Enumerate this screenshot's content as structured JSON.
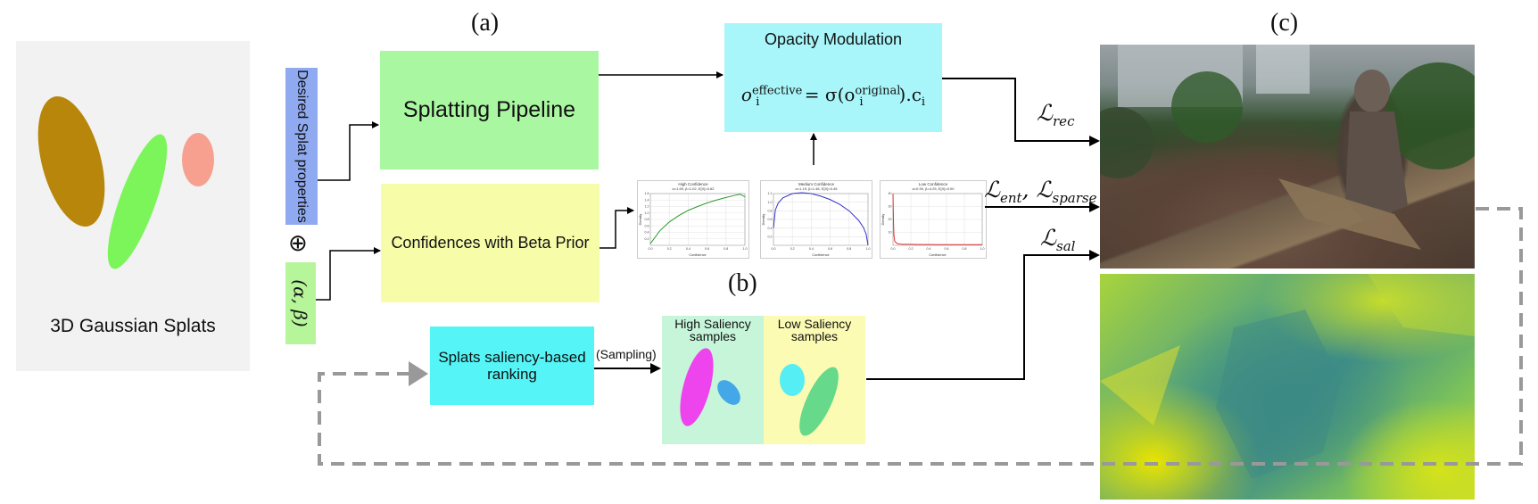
{
  "panel_labels": {
    "a": "(a)",
    "b": "(b)",
    "c": "(c)"
  },
  "splats_panel": {
    "caption": "3D Gaussian Splats"
  },
  "desired_props": {
    "label": "Desired Splat properties"
  },
  "oplus_symbol": "⊕",
  "alpha_beta": {
    "label": "(α, β)"
  },
  "splatting": {
    "label": "Splatting Pipeline"
  },
  "confidences": {
    "label": "Confidences with Beta Prior"
  },
  "opacity": {
    "title": "Opacity Modulation",
    "formula_lhs": "o",
    "formula_lhs_sub": "i",
    "formula_lhs_sup": "effective",
    "formula_mid": " = σ(o",
    "formula_mid_sub": "i",
    "formula_mid_sup": "original",
    "formula_rhs": ").c",
    "formula_rhs_sub": "i"
  },
  "mini_charts": [
    {
      "title": "High Confidence",
      "subtitle": "α=1.69, β=1.02, E[X]=0.62",
      "xlabel": "Confidence",
      "ylabel": "Density",
      "color": "#2e9a2e"
    },
    {
      "title": "Medium Confidence",
      "subtitle": "α=1.19, β=1.46, E[X]=0.45",
      "xlabel": "Confidence",
      "ylabel": "Density",
      "color": "#3333cc"
    },
    {
      "title": "Low Confidence",
      "subtitle": "α=0.90, β=4.25, E[X]=0.00",
      "xlabel": "Confidence",
      "ylabel": "Density",
      "color": "#dd3333"
    }
  ],
  "chart_data": [
    {
      "type": "line",
      "title": "High Confidence",
      "xlabel": "Confidence",
      "ylabel": "Density",
      "xlim": [
        0,
        1
      ],
      "ylim": [
        0,
        1.6
      ],
      "xticks": [
        "0.0",
        "0.2",
        "0.4",
        "0.6",
        "0.8",
        "1.0"
      ],
      "yticks": [
        "0.2",
        "0.4",
        "0.6",
        "0.8",
        "1.0",
        "1.2",
        "1.4",
        "1.6"
      ],
      "series": [
        {
          "x": [
            0.0,
            0.1,
            0.2,
            0.3,
            0.4,
            0.5,
            0.6,
            0.7,
            0.8,
            0.9,
            0.95,
            1.0
          ],
          "y": [
            0.05,
            0.45,
            0.72,
            0.92,
            1.08,
            1.2,
            1.31,
            1.4,
            1.48,
            1.55,
            1.58,
            1.5
          ]
        }
      ]
    },
    {
      "type": "line",
      "title": "Medium Confidence",
      "xlabel": "Confidence",
      "ylabel": "Density",
      "xlim": [
        0,
        1
      ],
      "ylim": [
        0,
        1.2
      ],
      "xticks": [
        "0.0",
        "0.2",
        "0.4",
        "0.6",
        "0.8",
        "1.0"
      ],
      "yticks": [
        "0.2",
        "0.4",
        "0.6",
        "0.8",
        "1.0",
        "1.2"
      ],
      "series": [
        {
          "x": [
            0.0,
            0.02,
            0.05,
            0.1,
            0.2,
            0.3,
            0.4,
            0.5,
            0.6,
            0.7,
            0.8,
            0.9,
            0.95,
            0.98,
            1.0
          ],
          "y": [
            0.4,
            0.82,
            0.98,
            1.1,
            1.2,
            1.22,
            1.2,
            1.14,
            1.06,
            0.95,
            0.8,
            0.58,
            0.42,
            0.26,
            0.0
          ]
        }
      ]
    },
    {
      "type": "line",
      "title": "Low Confidence",
      "xlabel": "Confidence",
      "ylabel": "Density",
      "xlim": [
        0,
        1
      ],
      "ylim": [
        0,
        40
      ],
      "xticks": [
        "0.0",
        "0.2",
        "0.4",
        "0.6",
        "0.8",
        "1.0"
      ],
      "yticks": [
        "10",
        "20",
        "30",
        "40"
      ],
      "series": [
        {
          "x": [
            0.0,
            0.005,
            0.01,
            0.02,
            0.05,
            0.1,
            0.3,
            0.6,
            1.0
          ],
          "y": [
            40,
            20,
            8,
            3,
            1.2,
            0.8,
            0.6,
            0.5,
            0.5
          ]
        }
      ]
    }
  ],
  "saliency_rank": {
    "label": "Splats saliency-based ranking"
  },
  "sampling": {
    "label": "(Sampling)"
  },
  "high_saliency": {
    "label": "High Saliency samples"
  },
  "low_saliency": {
    "label": "Low Saliency samples"
  },
  "losses": {
    "rec_main": "ℒ",
    "rec_sub": "rec",
    "ent_main": "ℒ",
    "ent_sub": "ent",
    "sparse_sep": ", ℒ",
    "sparse_sub": "sparse",
    "sal_main": "ℒ",
    "sal_sub": "sal"
  },
  "colors": {
    "splats_bg": "#f2f2f2",
    "desired_blue": "#8faaf0",
    "alpha_green": "#b6f59a",
    "splatting_green": "#aaf7a2",
    "confidence_yellow": "#f6fca8",
    "opacity_cyan": "#a8f6fa",
    "saliency_cyan": "#55f4f6",
    "high_sal_bg": "#c6f5da",
    "low_sal_bg": "#fbfbb4",
    "brown_ellipse": "#b8860b",
    "green_ellipse": "#7cf55a",
    "salmon_ellipse": "#f8a090",
    "magenta_ellipse": "#ee44ee",
    "blue_ellipse": "#44a8e8",
    "cyan_ellipse": "#55eef5",
    "mint_ellipse": "#66d98a",
    "dashed_gray": "#999999"
  },
  "icons": [
    "photo-reconstruction-icon",
    "saliency-heatmap-icon"
  ]
}
